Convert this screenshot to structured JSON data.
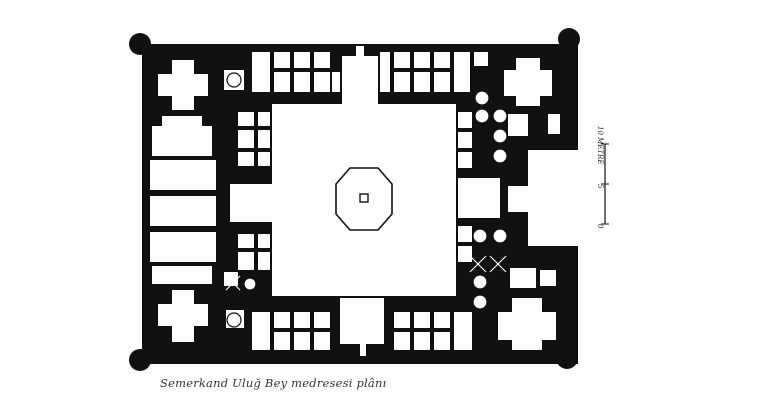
{
  "figure": {
    "caption": "Semerkand Uluğ Bey medresesi plânı",
    "scale": {
      "tick_0": "0",
      "tick_5": "5",
      "tick_10": "10 METRE"
    }
  },
  "colors": {
    "wall": "#111111",
    "background": "#ffffff",
    "caption": "#333333"
  }
}
